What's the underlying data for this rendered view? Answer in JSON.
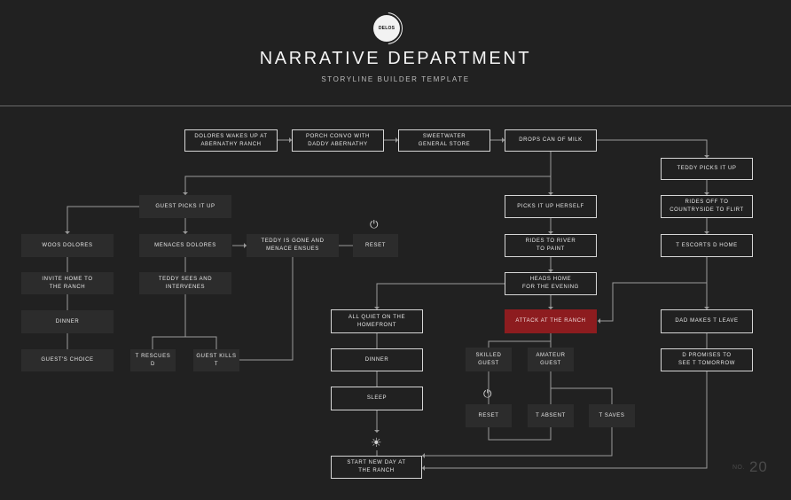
{
  "header": {
    "logo_text": "DELOS",
    "title": "NARRATIVE DEPARTMENT",
    "subtitle": "STORYLINE BUILDER TEMPLATE"
  },
  "nodes": {
    "dolores_wakes": "DOLORES WAKES UP AT\nABERNATHY RANCH",
    "porch_convo": "PORCH CONVO WITH\nDADDY ABERNATHY",
    "sweetwater": "SWEETWATER\nGENERAL STORE",
    "drops_milk": "DROPS CAN OF MILK",
    "teddy_picks": "TEDDY PICKS IT UP",
    "guest_picks": "GUEST PICKS IT UP",
    "picks_herself": "PICKS IT UP HERSELF",
    "rides_off": "RIDES OFF TO\nCOUNTRYSIDE TO FLIRT",
    "woos": "WOOS DOLORES",
    "menaces": "MENACES DOLORES",
    "teddy_gone": "TEDDY IS GONE AND\nMENACE ENSUES",
    "reset_top": "RESET",
    "rides_river": "RIDES TO RIVER\nTO PAINT",
    "escorts": "T ESCORTS D HOME",
    "invite_home": "INVITE HOME TO\nTHE RANCH",
    "teddy_sees": "TEDDY SEES AND\nINTERVENES",
    "heads_home": "HEADS HOME\nFOR THE EVENING",
    "dinner_left": "DINNER",
    "all_quiet": "ALL QUIET ON THE\nHOMEFRONT",
    "attack": "ATTACK AT THE RANCH",
    "dad_makes": "DAD MAKES T LEAVE",
    "guests_choice": "GUEST'S CHOICE",
    "t_rescues": "T RESCUES\nD",
    "guest_kills": "GUEST KILLS\nT",
    "dinner_mid": "DINNER",
    "skilled": "SKILLED\nGUEST",
    "amateur": "AMATEUR\nGUEST",
    "d_promises": "D PROMISES TO\nSEE T TOMORROW",
    "sleep": "SLEEP",
    "reset_bottom": "RESET",
    "t_absent": "T ABSENT",
    "t_saves": "T SAVES",
    "start_new": "START NEW DAY AT\nTHE RANCH"
  },
  "icons": {
    "power_top": "power-icon",
    "power_bottom": "power-icon",
    "sun": "sun-icon"
  },
  "footer": {
    "page_label": "NO.",
    "page_number": "20"
  },
  "colors": {
    "background": "#212121",
    "accent_red": "#8d1c1f",
    "line": "#9a9a9a"
  }
}
